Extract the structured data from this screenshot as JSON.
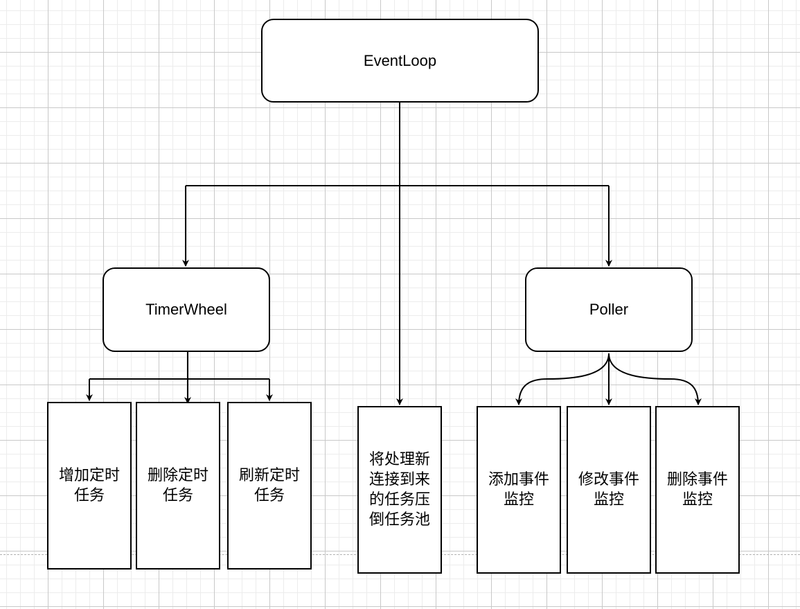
{
  "diagram": {
    "root": {
      "label": "EventLoop"
    },
    "timer_wheel": {
      "label": "TimerWheel",
      "tasks": [
        {
          "label": "增加定时任务"
        },
        {
          "label": "删除定时任务"
        },
        {
          "label": "刷新定时任务"
        }
      ]
    },
    "task_pool": {
      "label": "将处理新连接到来的任务压倒任务池"
    },
    "poller": {
      "label": "Poller",
      "tasks": [
        {
          "label": "添加事件监控"
        },
        {
          "label": "修改事件监控"
        },
        {
          "label": "删除事件监控"
        }
      ]
    }
  }
}
